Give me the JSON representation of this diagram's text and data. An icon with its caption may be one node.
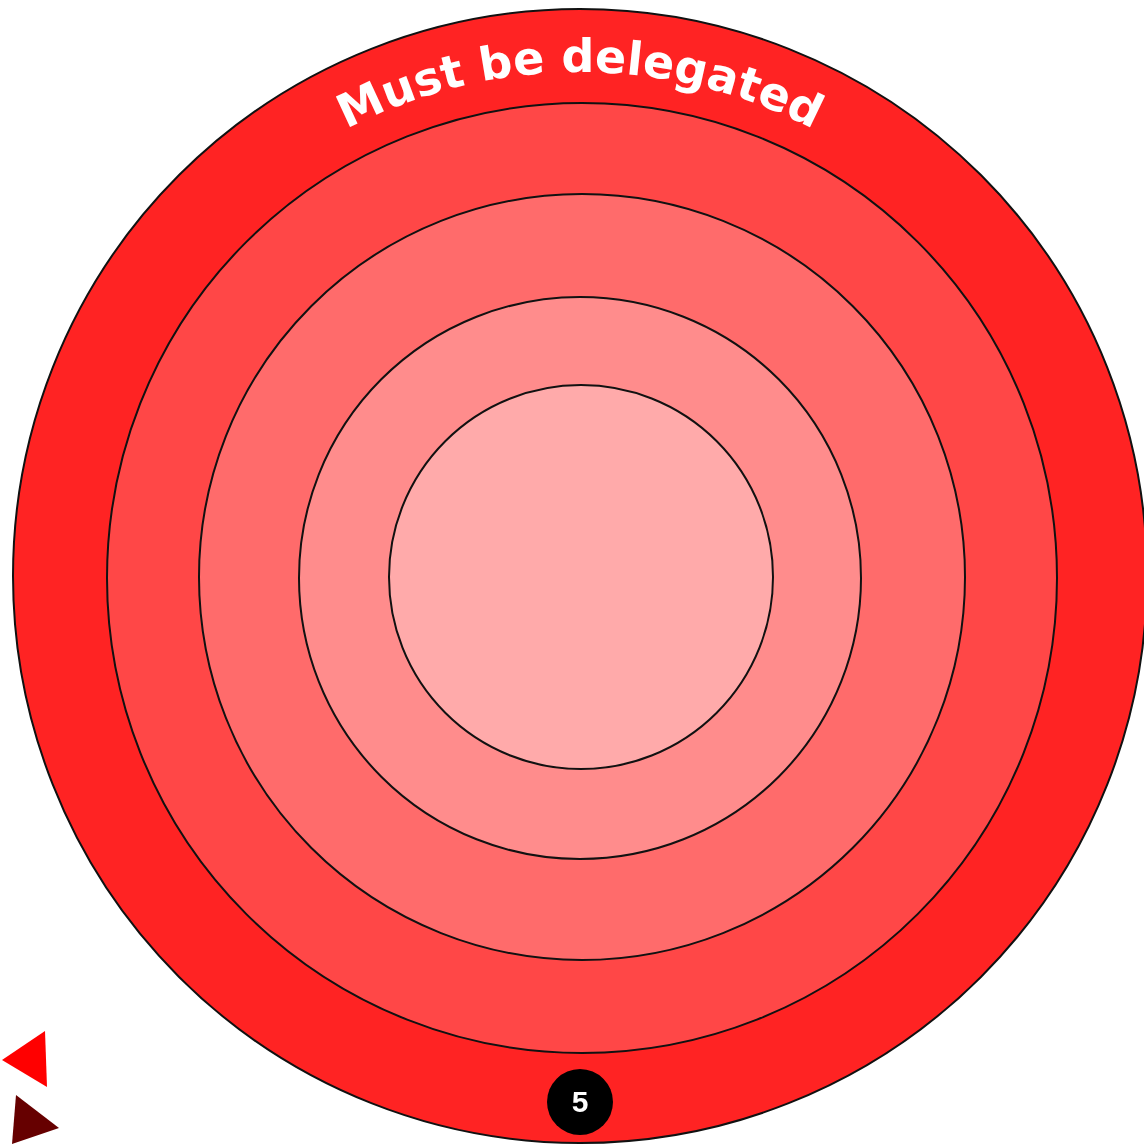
{
  "diagram": {
    "nodes": [
      {
        "text": [
          "Must be delegated"
        ]
      },
      {
        "text": [],
        "shape": "circle",
        "in": 0
      },
      {
        "text": [],
        "shape": "circle",
        "in": 1
      },
      {
        "text": [],
        "shape": "circle",
        "in": 2
      },
      {
        "text": [],
        "shape": "circle",
        "in": 3
      },
      {
        "text": [
          "5"
        ],
        "in": 0
      }
    ]
  }
}
